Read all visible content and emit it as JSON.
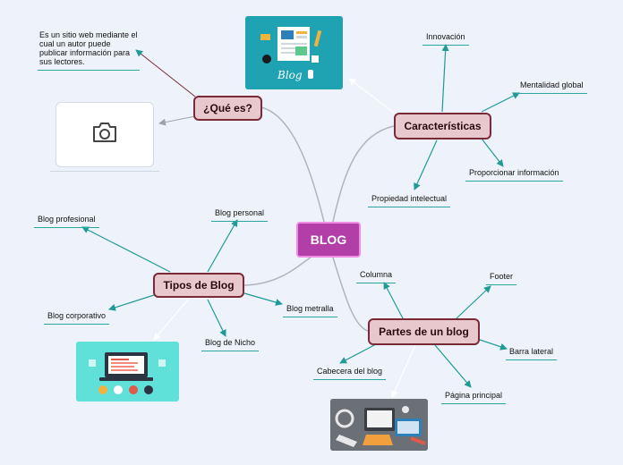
{
  "center": {
    "label": "BLOG"
  },
  "branches": {
    "que_es": {
      "label": "¿Qué es?",
      "note": "Es un sitio web mediante el cual un autor puede publicar información para sus lectores."
    },
    "caracteristicas": {
      "label": "Características",
      "leaves": [
        "Innovación",
        "Mentalidad global",
        "Proporcionar información",
        "Propiedad intelectual"
      ]
    },
    "tipos": {
      "label": "Tipos de Blog",
      "leaves": [
        "Blog profesional",
        "Blog personal",
        "Blog corporativo",
        "Blog metralla",
        "Blog de Nicho"
      ]
    },
    "partes": {
      "label": "Partes de un blog",
      "leaves": [
        "Columna",
        "Footer",
        "Barra lateral",
        "Cabecera del blog",
        "Página principal"
      ]
    }
  },
  "images": {
    "blog_logo_text": "Blog",
    "placeholder_icon": "camera-icon"
  },
  "colors": {
    "background": "#eef3fb",
    "node_fill": "#e8c8cc",
    "node_border": "#7a2a36",
    "center_fill": "#b23fa8",
    "center_border": "#f08ce6",
    "branch_line": "#b0b4bc",
    "leaf_line": "#1f9a94",
    "image_teal": "#1fa3b2"
  }
}
